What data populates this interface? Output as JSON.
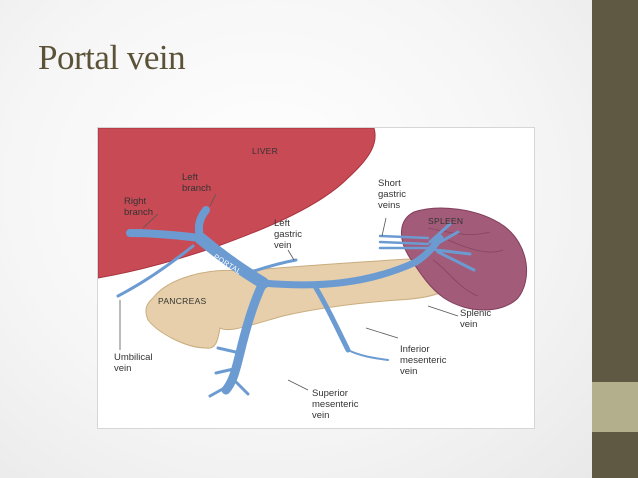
{
  "slide": {
    "title": "Portal vein",
    "accent_colors": {
      "sidebar": "#5f5842",
      "sidebar_highlight": "#b3ae8c",
      "title_text": "#5b5238"
    }
  },
  "diagram": {
    "organs": {
      "liver": "LIVER",
      "spleen": "SPLEEN",
      "pancreas": "PANCREAS",
      "portal": "PORTAL"
    },
    "labels": {
      "left_branch": [
        "Left",
        "branch"
      ],
      "right_branch": [
        "Right",
        "branch"
      ],
      "left_gastric_vein": [
        "Left",
        "gastric",
        "vein"
      ],
      "short_gastric_veins": [
        "Short",
        "gastric",
        "veins"
      ],
      "splenic_vein": [
        "Splenic",
        "vein"
      ],
      "umbilical_vein": [
        "Umbilical",
        "vein"
      ],
      "inferior_mesenteric_vein": [
        "Inferior",
        "mesenteric",
        "vein"
      ],
      "superior_mesenteric_vein": [
        "Superior",
        "mesenteric",
        "vein"
      ]
    },
    "colors": {
      "liver": "#c84a55",
      "spleen": "#a25b78",
      "pancreas": "#e6cfaa",
      "vein": "#6c9bd2"
    }
  }
}
